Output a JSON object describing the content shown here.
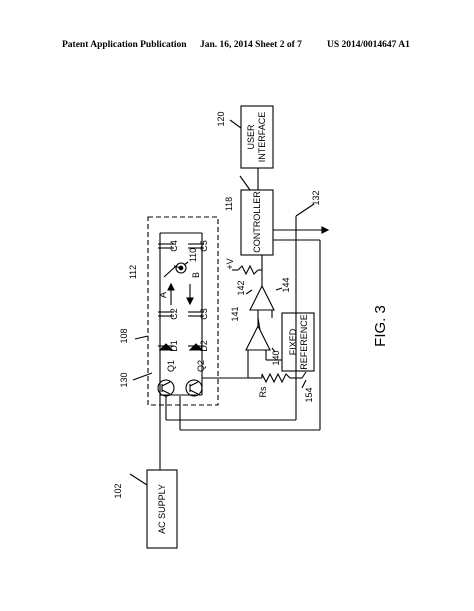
{
  "header": {
    "left": "Patent Application Publication",
    "middle": "Jan. 16, 2014  Sheet 2 of 7",
    "right": "US 2014/0014647 A1"
  },
  "figure": {
    "caption": "FIG. 3",
    "blocks": {
      "ac_supply": "AC SUPPLY",
      "user_interface": "USER INTERFACE",
      "controller": "CONTROLLER",
      "fixed_reference": "FIXED REFERENCE"
    },
    "refs": {
      "r102": "102",
      "r108": "108",
      "r110": "110",
      "r112": "112",
      "r118": "118",
      "r120": "120",
      "r130": "130",
      "r132": "132",
      "r140": "140",
      "r141": "141",
      "r142": "142",
      "r144": "144",
      "r154": "154"
    },
    "components": {
      "q1": "Q1",
      "q2": "Q2",
      "d1": "D1",
      "d2": "D2",
      "c2": "C2",
      "c3": "C3",
      "c4": "C4",
      "c5": "C5",
      "rs": "Rs",
      "plus_v": "+V",
      "a": "A",
      "b": "B"
    }
  }
}
